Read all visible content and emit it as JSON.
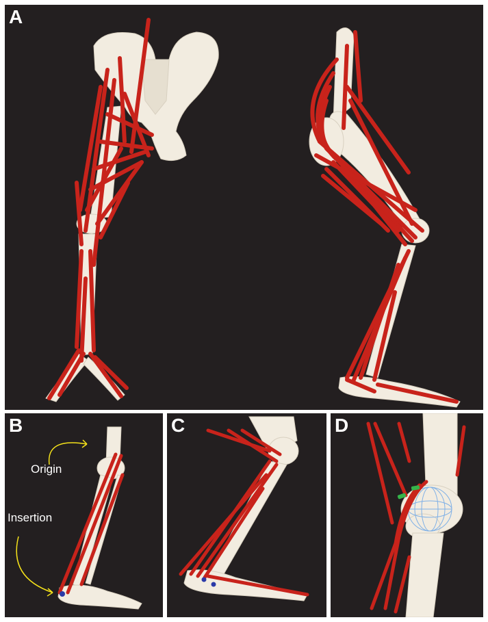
{
  "panels": {
    "a": {
      "label": "A"
    },
    "b": {
      "label": "B",
      "origin_label": "Origin",
      "insertion_label": "Insertion"
    },
    "c": {
      "label": "C"
    },
    "d": {
      "label": "D"
    }
  },
  "colors": {
    "background": "#231f20",
    "bone": "#f2ece0",
    "muscle": "#c8231b",
    "annotation_arrow": "#f5e21a",
    "attachment_point": "#2b3aa8",
    "wrap_marker": "#35b44a",
    "wrap_sphere": "#7fb0e6"
  }
}
